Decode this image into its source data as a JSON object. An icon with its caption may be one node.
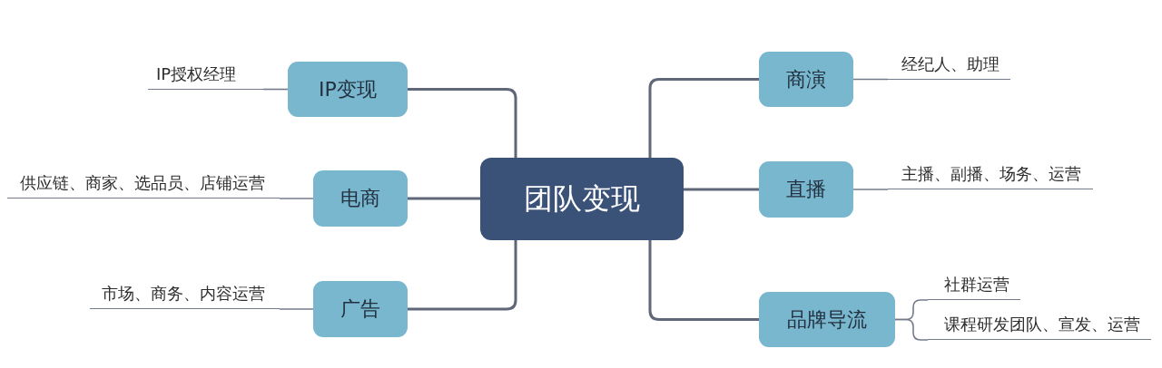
{
  "diagram": {
    "nodes": [
      {
        "text": [
          "团队变现"
        ]
      },
      {
        "text": [
          "IP变现"
        ]
      },
      {
        "text": [
          "IP授权经理"
        ]
      },
      {
        "text": [
          "电商"
        ]
      },
      {
        "text": [
          "供应链、商家、选品员、店铺运营"
        ]
      },
      {
        "text": [
          "广告"
        ]
      },
      {
        "text": [
          "市场、商务、内容运营"
        ]
      },
      {
        "text": [
          "商演"
        ]
      },
      {
        "text": [
          "经纪人、助理"
        ]
      },
      {
        "text": [
          "直播"
        ]
      },
      {
        "text": [
          "主播、副播、场务、运营"
        ]
      },
      {
        "text": [
          "品牌导流"
        ]
      },
      {
        "text": [
          "社群运营"
        ]
      },
      {
        "text": [
          "课程研发团队、宣发、运营"
        ]
      }
    ],
    "edges": [
      {
        "from": 0,
        "to": 1,
        "arrow": "none"
      },
      {
        "from": 1,
        "to": 2,
        "arrow": "none"
      },
      {
        "from": 0,
        "to": 3,
        "arrow": "none"
      },
      {
        "from": 3,
        "to": 4,
        "arrow": "none"
      },
      {
        "from": 0,
        "to": 5,
        "arrow": "none"
      },
      {
        "from": 5,
        "to": 6,
        "arrow": "none"
      },
      {
        "from": 0,
        "to": 7,
        "arrow": "none"
      },
      {
        "from": 7,
        "to": 8,
        "arrow": "none"
      },
      {
        "from": 0,
        "to": 9,
        "arrow": "none"
      },
      {
        "from": 9,
        "to": 10,
        "arrow": "none"
      },
      {
        "from": 0,
        "to": 11,
        "arrow": "none"
      },
      {
        "from": 11,
        "to": 12,
        "arrow": "none"
      },
      {
        "from": 11,
        "to": 13,
        "arrow": "none"
      }
    ]
  }
}
